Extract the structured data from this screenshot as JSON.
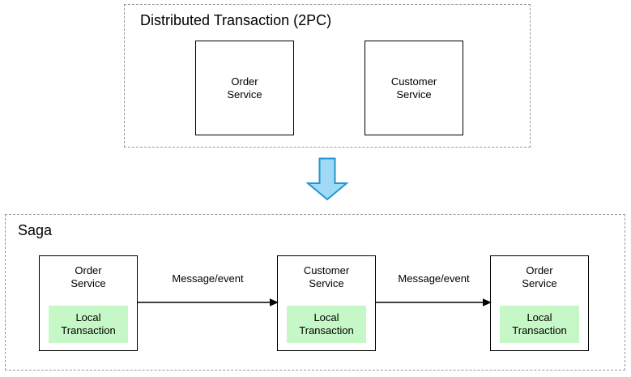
{
  "diagram": {
    "title_2pc": "Distributed Transaction (2PC)",
    "title_saga": "Saga",
    "colors": {
      "group_border": "#9a9a9a",
      "box_border": "#000000",
      "local_transaction_fill": "#c6f7c6",
      "arrow_fill": "#9fd9f6",
      "arrow_stroke": "#2196d3",
      "connector": "#000000",
      "text": "#000000",
      "background": "#ffffff"
    },
    "sections": [
      {
        "id": "2pc",
        "title": "Distributed Transaction (2PC)",
        "boxes": [
          {
            "label": "Order Service",
            "line1": "Order",
            "line2": "Service"
          },
          {
            "label": "Customer Service",
            "line1": "Customer",
            "line2": "Service"
          }
        ]
      },
      {
        "id": "saga",
        "title": "Saga",
        "boxes": [
          {
            "label": "Order Service",
            "line1": "Order",
            "line2": "Service",
            "local_tx_line1": "Local",
            "local_tx_line2": "Transaction"
          },
          {
            "label": "Customer Service",
            "line1": "Customer",
            "line2": "Service",
            "local_tx_line1": "Local",
            "local_tx_line2": "Transaction"
          },
          {
            "label": "Order Service",
            "line1": "Order",
            "line2": "Service",
            "local_tx_line1": "Local",
            "local_tx_line2": "Transaction"
          }
        ],
        "connectors": [
          {
            "label": "Message/event",
            "from": "Order Service",
            "to": "Customer Service"
          },
          {
            "label": "Message/event",
            "from": "Customer Service",
            "to": "Order Service"
          }
        ]
      }
    ],
    "transition_arrow": {
      "name": "down-arrow-icon",
      "direction": "down"
    }
  }
}
